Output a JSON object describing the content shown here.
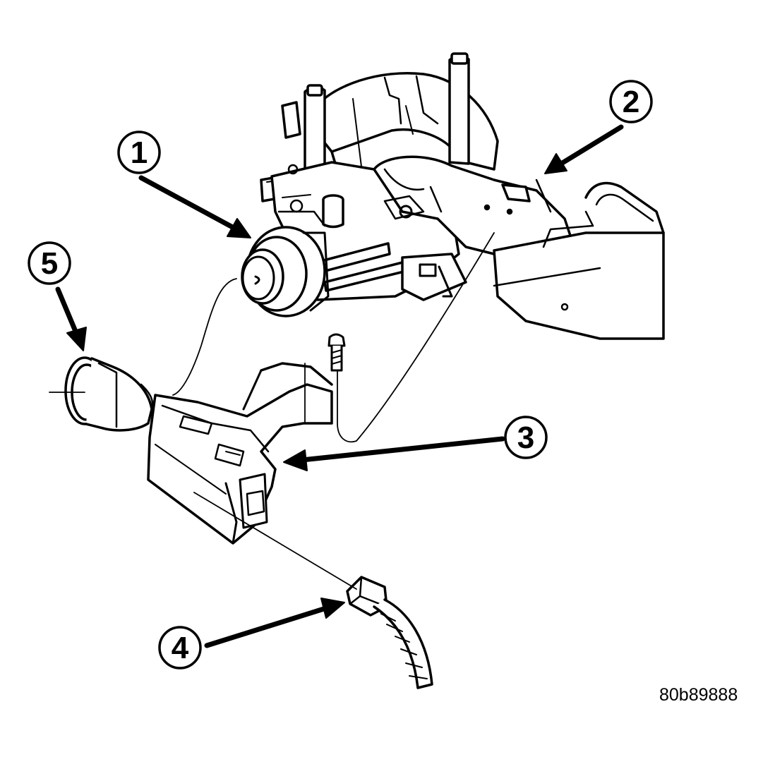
{
  "figure_code": "80b89888",
  "colors": {
    "ink": "#000000",
    "paper": "#ffffff"
  },
  "callouts": [
    {
      "number": "1"
    },
    {
      "number": "2"
    },
    {
      "number": "3"
    },
    {
      "number": "4"
    },
    {
      "number": "5"
    }
  ]
}
